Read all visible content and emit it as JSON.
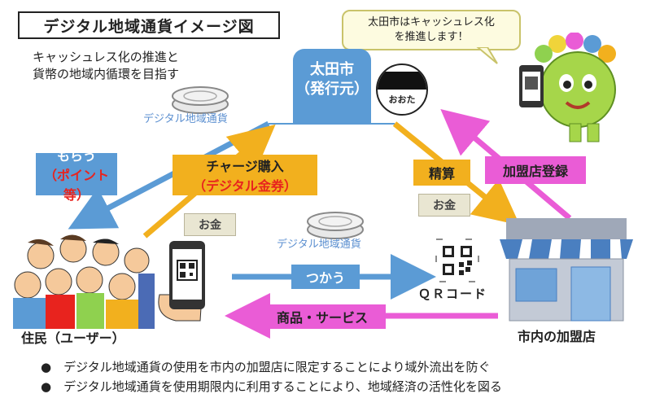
{
  "title": "デジタル地域通貨イメージ図",
  "subtitle_lines": [
    "キャッシュレス化の推進と",
    "貨幣の地域内循環を目指す"
  ],
  "speech_bubble_lines": [
    "太田市はキャッシュレス化",
    "を推進します！"
  ],
  "issuer_lines": [
    "太田市",
    "（発行元）"
  ],
  "logo_text": "おおた",
  "coin_labels": [
    "デジタル地域通貨",
    "デジタル地域通貨"
  ],
  "money_labels": [
    "お金",
    "お金"
  ],
  "flows": {
    "receive": {
      "line1": "もらう",
      "line2": "（ポイント等）"
    },
    "charge": {
      "line1": "チャージ購入",
      "line2": "（デジタル金券）"
    },
    "settle": "精算",
    "register": "加盟店登録",
    "use": "つかう",
    "goods": "商品・サービス"
  },
  "qr_label": "ＱＲコード",
  "resident_label": "住民（ユーザー）",
  "shop_label": "市内の加盟店",
  "notes": [
    "●　デジタル地域通貨の使用を市内の加盟店に限定することにより域外流出を防ぐ",
    "●　デジタル地域通貨を使用期限内に利用することにより、地域経済の活性化を図る"
  ],
  "colors": {
    "blue": "#5b9bd5",
    "orange": "#f2b01e",
    "pink": "#ea5cd6",
    "red_text": "#e8231e"
  }
}
